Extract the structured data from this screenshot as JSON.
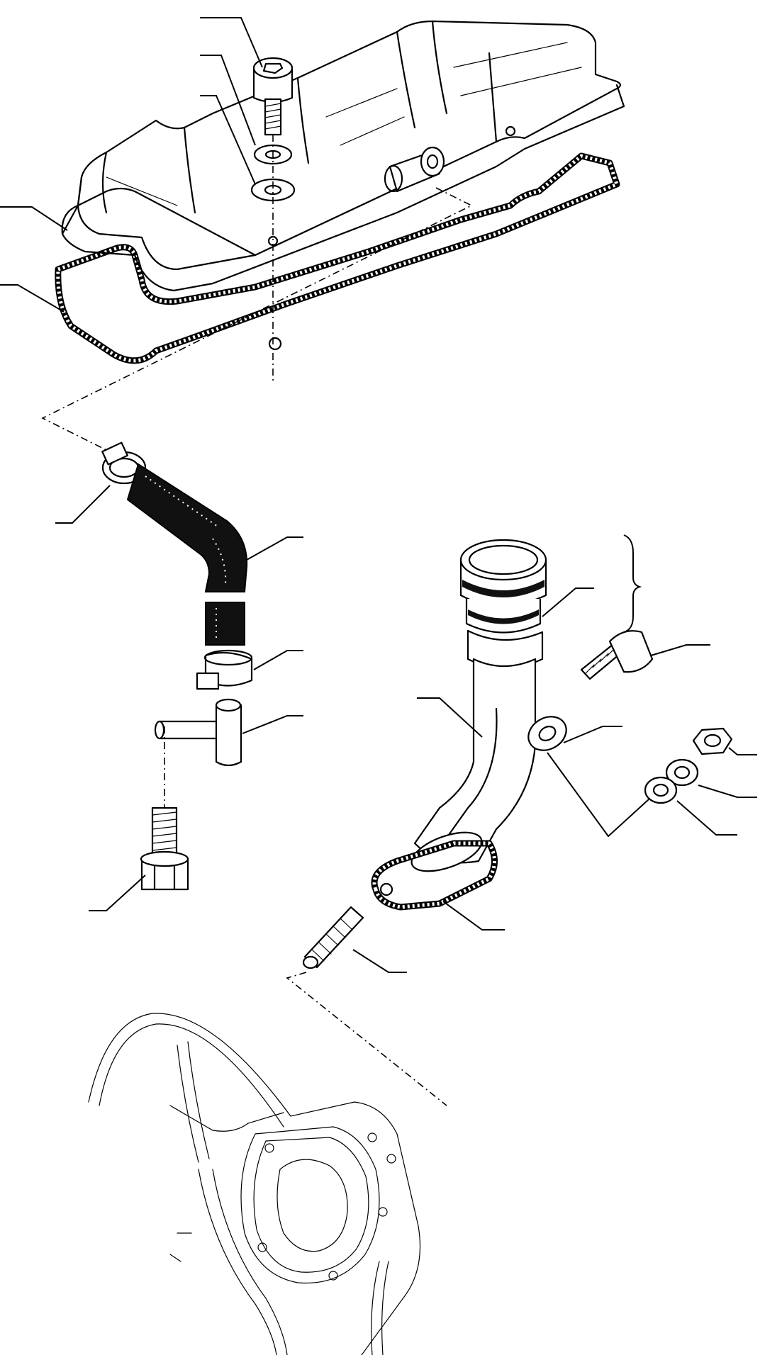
{
  "diagram": {
    "kind": "exploded-parts-view",
    "labels": [],
    "parts": [
      "rocker-cover",
      "rocker-cover-gasket",
      "socket-head-screw",
      "lock-washer",
      "flat-washer",
      "breather-hose",
      "hose-clamp-upper",
      "hose-clamp-lower",
      "breather-tee-fitting",
      "hex-bolt",
      "oil-filler-cap",
      "oil-filler-tube",
      "filler-tube-gasket",
      "stud",
      "filler-bolt",
      "filler-washer",
      "hex-nut",
      "spring-washer",
      "plain-washer",
      "timing-cover-housing"
    ]
  }
}
